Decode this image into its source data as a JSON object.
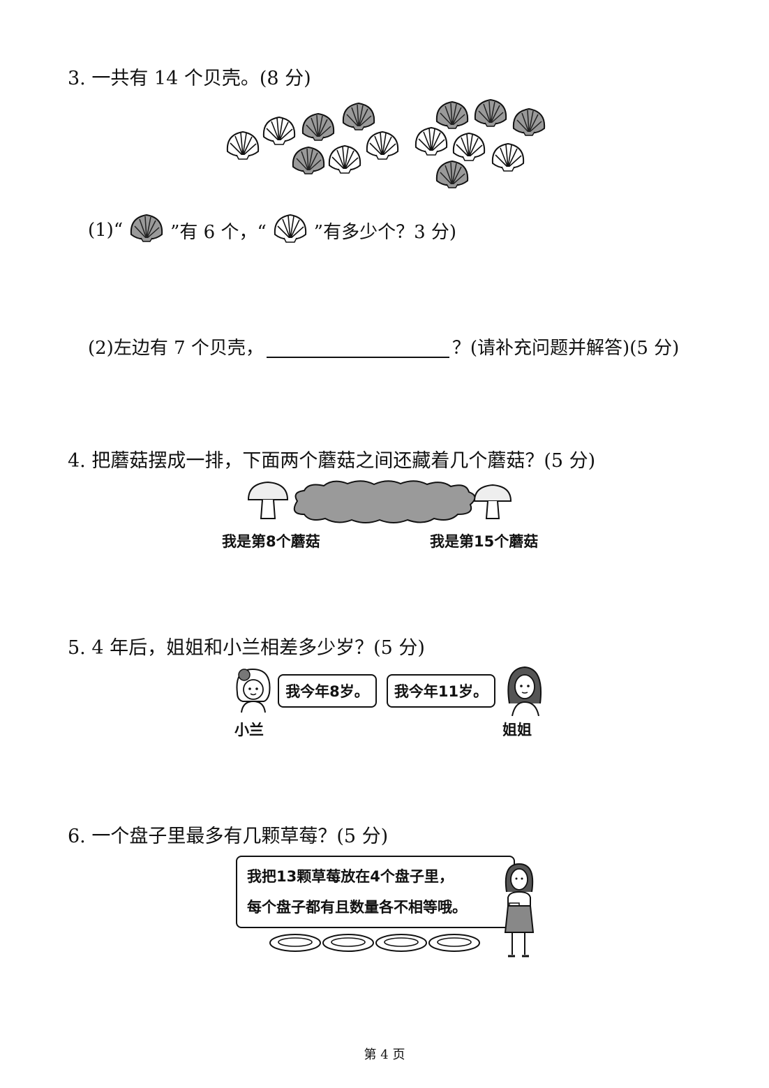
{
  "q3": {
    "title": "3. 一共有 14 个贝壳。(8 分)",
    "sub1_a": "(1)“",
    "sub1_b": "”有 6 个，“",
    "sub1_c": "”有多少个？3 分)",
    "sub2_a": "(2)左边有 7 个贝壳，",
    "sub2_b": "？(请补充问题并解答)(5 分)"
  },
  "q4": {
    "title": "4. 把蘑菇摆成一排，下面两个蘑菇之间还藏着几个蘑菇？(5 分)",
    "left_label": "我是第8个蘑菇",
    "right_label": "我是第15个蘑菇"
  },
  "q5": {
    "title": "5. 4 年后，姐姐和小兰相差多少岁？(5 分)",
    "xiaolan_says": "我今年8岁。",
    "jiejie_says": "我今年11岁。",
    "xiaolan_name": "小兰",
    "jiejie_name": "姐姐"
  },
  "q6": {
    "title": "6. 一个盘子里最多有几颗草莓？(5 分)",
    "speech_line1": "我把13颗草莓放在4个盘子里，",
    "speech_line2": "每个盘子都有且数量各不相等哦。"
  },
  "footer": {
    "page": "第 4 页"
  },
  "icons": {
    "shell_filled": "shell-filled-icon",
    "shell_outline": "shell-outline-icon"
  }
}
